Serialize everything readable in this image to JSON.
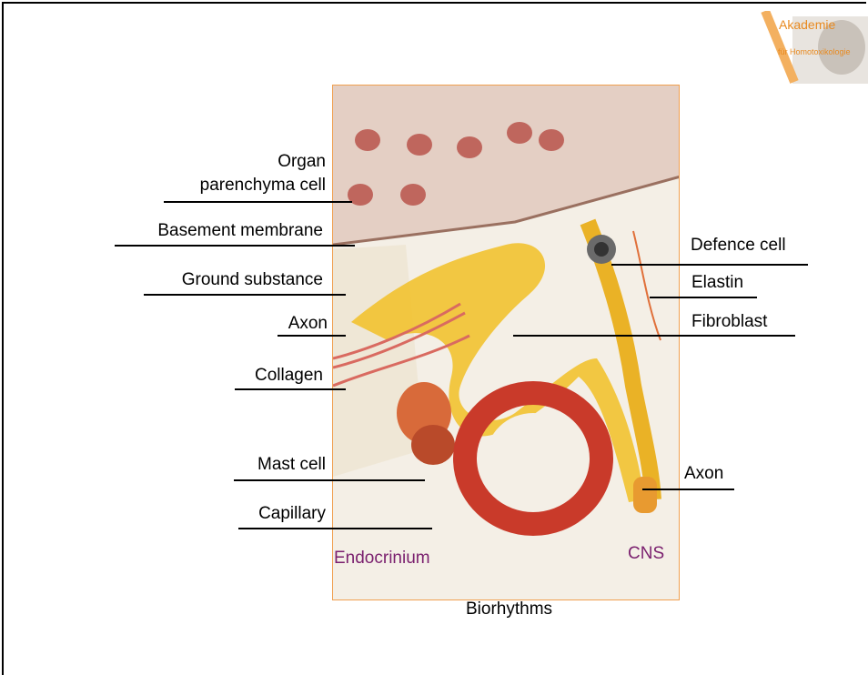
{
  "logo": {
    "line1": "Akademie",
    "line2": "für Homotoxikologie"
  },
  "labels": {
    "organ": "Organ",
    "parenchyma": "parenchyma cell",
    "basement": "Basement membrane",
    "ground": "Ground substance",
    "axon_left": "Axon",
    "collagen": "Collagen",
    "mast": "Mast cell",
    "capillary": "Capillary",
    "endocrinium": "Endocrinium",
    "defence": "Defence cell",
    "elastin": "Elastin",
    "fibroblast": "Fibroblast",
    "axon_right": "Axon",
    "cns": "CNS",
    "biorhythms": "Biorhythms"
  },
  "colors": {
    "accent": "#e88a20",
    "purple": "#7a1f6e"
  }
}
